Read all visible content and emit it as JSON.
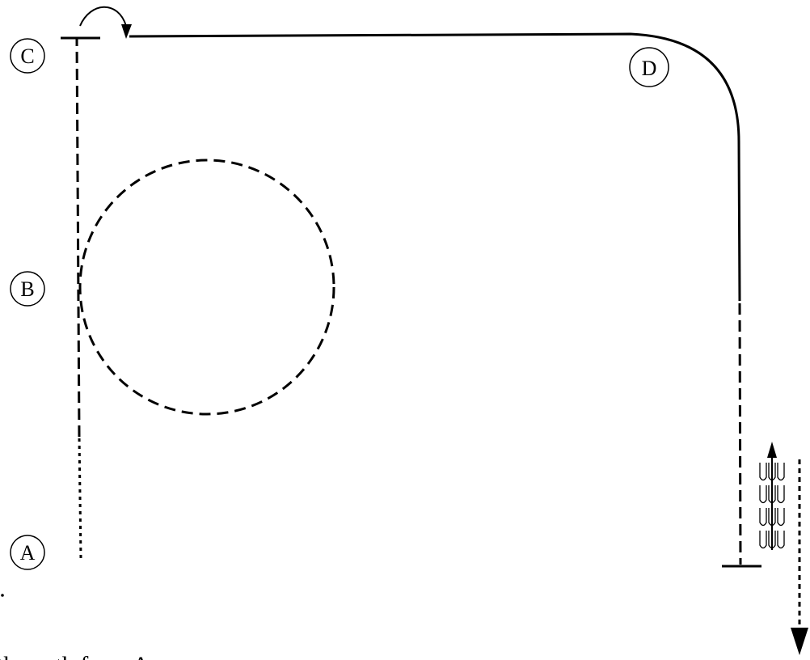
{
  "labels": {
    "a": "A",
    "b": "B",
    "c": "C",
    "d": "D"
  },
  "caption": "the path from A",
  "colors": {
    "ink": "#000000",
    "background": "#ffffff"
  },
  "icons": {
    "loop_arrow": "curved-arrow-icon",
    "down_arrow": "down-arrow-icon",
    "up_arrow": "up-arrow-icon"
  }
}
